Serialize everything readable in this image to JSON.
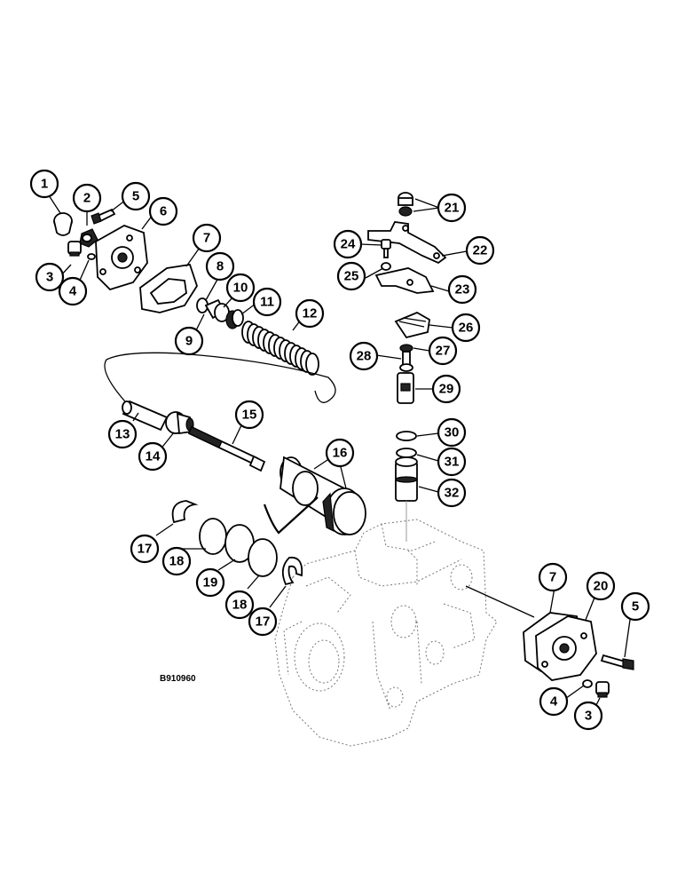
{
  "reference_code": "B910960",
  "callouts": [
    {
      "id": "c1",
      "label": "1"
    },
    {
      "id": "c2",
      "label": "2"
    },
    {
      "id": "c3a",
      "label": "3"
    },
    {
      "id": "c4a",
      "label": "4"
    },
    {
      "id": "c5a",
      "label": "5"
    },
    {
      "id": "c6",
      "label": "6"
    },
    {
      "id": "c7a",
      "label": "7"
    },
    {
      "id": "c8",
      "label": "8"
    },
    {
      "id": "c9",
      "label": "9"
    },
    {
      "id": "c10",
      "label": "10"
    },
    {
      "id": "c11",
      "label": "11"
    },
    {
      "id": "c12",
      "label": "12"
    },
    {
      "id": "c13",
      "label": "13"
    },
    {
      "id": "c14",
      "label": "14"
    },
    {
      "id": "c15",
      "label": "15"
    },
    {
      "id": "c16",
      "label": "16"
    },
    {
      "id": "c17a",
      "label": "17"
    },
    {
      "id": "c18a",
      "label": "18"
    },
    {
      "id": "c19",
      "label": "19"
    },
    {
      "id": "c18b",
      "label": "18"
    },
    {
      "id": "c17b",
      "label": "17"
    },
    {
      "id": "c21",
      "label": "21"
    },
    {
      "id": "c22",
      "label": "22"
    },
    {
      "id": "c24",
      "label": "24"
    },
    {
      "id": "c25",
      "label": "25"
    },
    {
      "id": "c23",
      "label": "23"
    },
    {
      "id": "c26",
      "label": "26"
    },
    {
      "id": "c28",
      "label": "28"
    },
    {
      "id": "c27",
      "label": "27"
    },
    {
      "id": "c29",
      "label": "29"
    },
    {
      "id": "c30",
      "label": "30"
    },
    {
      "id": "c31",
      "label": "31"
    },
    {
      "id": "c32",
      "label": "32"
    },
    {
      "id": "c7b",
      "label": "7"
    },
    {
      "id": "c20",
      "label": "20"
    },
    {
      "id": "c5b",
      "label": "5"
    },
    {
      "id": "c4b",
      "label": "4"
    },
    {
      "id": "c3b",
      "label": "3"
    }
  ]
}
